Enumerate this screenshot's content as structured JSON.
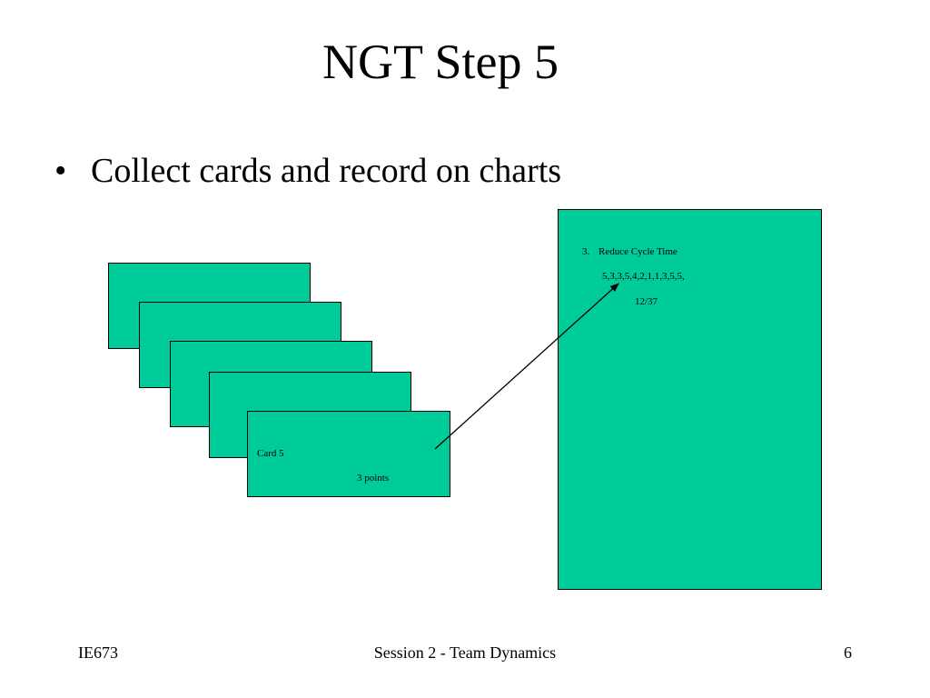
{
  "slide": {
    "title": "NGT Step 5",
    "bullet": "•",
    "bullet_text": "Collect cards and record on charts"
  },
  "card5": {
    "label": "Card 5",
    "points": "3 points"
  },
  "chart": {
    "item_number": "3.",
    "item_text": "Reduce Cycle Time",
    "votes": "5,3,3,5,4,2,1,1,3,5,5,",
    "total": "12/37"
  },
  "footer": {
    "course": "IE673",
    "session": "Session 2 - Team Dynamics",
    "page_number": "6"
  },
  "colors": {
    "card_fill": "#00cc99",
    "outline": "#000000"
  }
}
